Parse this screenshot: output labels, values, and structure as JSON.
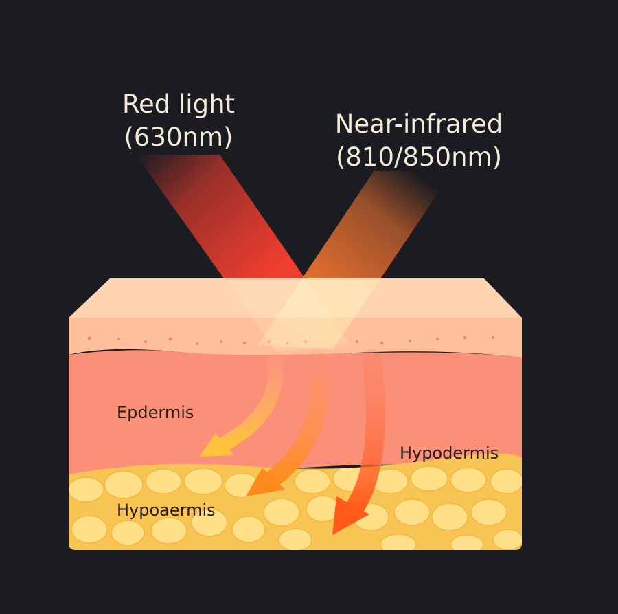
{
  "beams": {
    "red": {
      "line1": "Red light",
      "line2": "(630nm)",
      "color": "#ff2a10"
    },
    "nir": {
      "line1": "Near-infrared",
      "line2": "(810/850nm)",
      "color": "#ff6a12"
    }
  },
  "layers": {
    "epidermis_label": "Epdermis",
    "hypodermis_right_label": "Hypodermis",
    "hypodermis_left_label": "Hypoaermis"
  },
  "colors": {
    "background": "#1b1b22",
    "stratum": "#ffcaa4",
    "epidermis": "#ff9e84",
    "dermis": "#fb9077",
    "fat": "#f8c554",
    "fat_cell": "#ffe08a",
    "arrow_shallow": "#ffc23c",
    "arrow_mid": "#ff8a1c",
    "arrow_deep": "#ff5a1a"
  }
}
